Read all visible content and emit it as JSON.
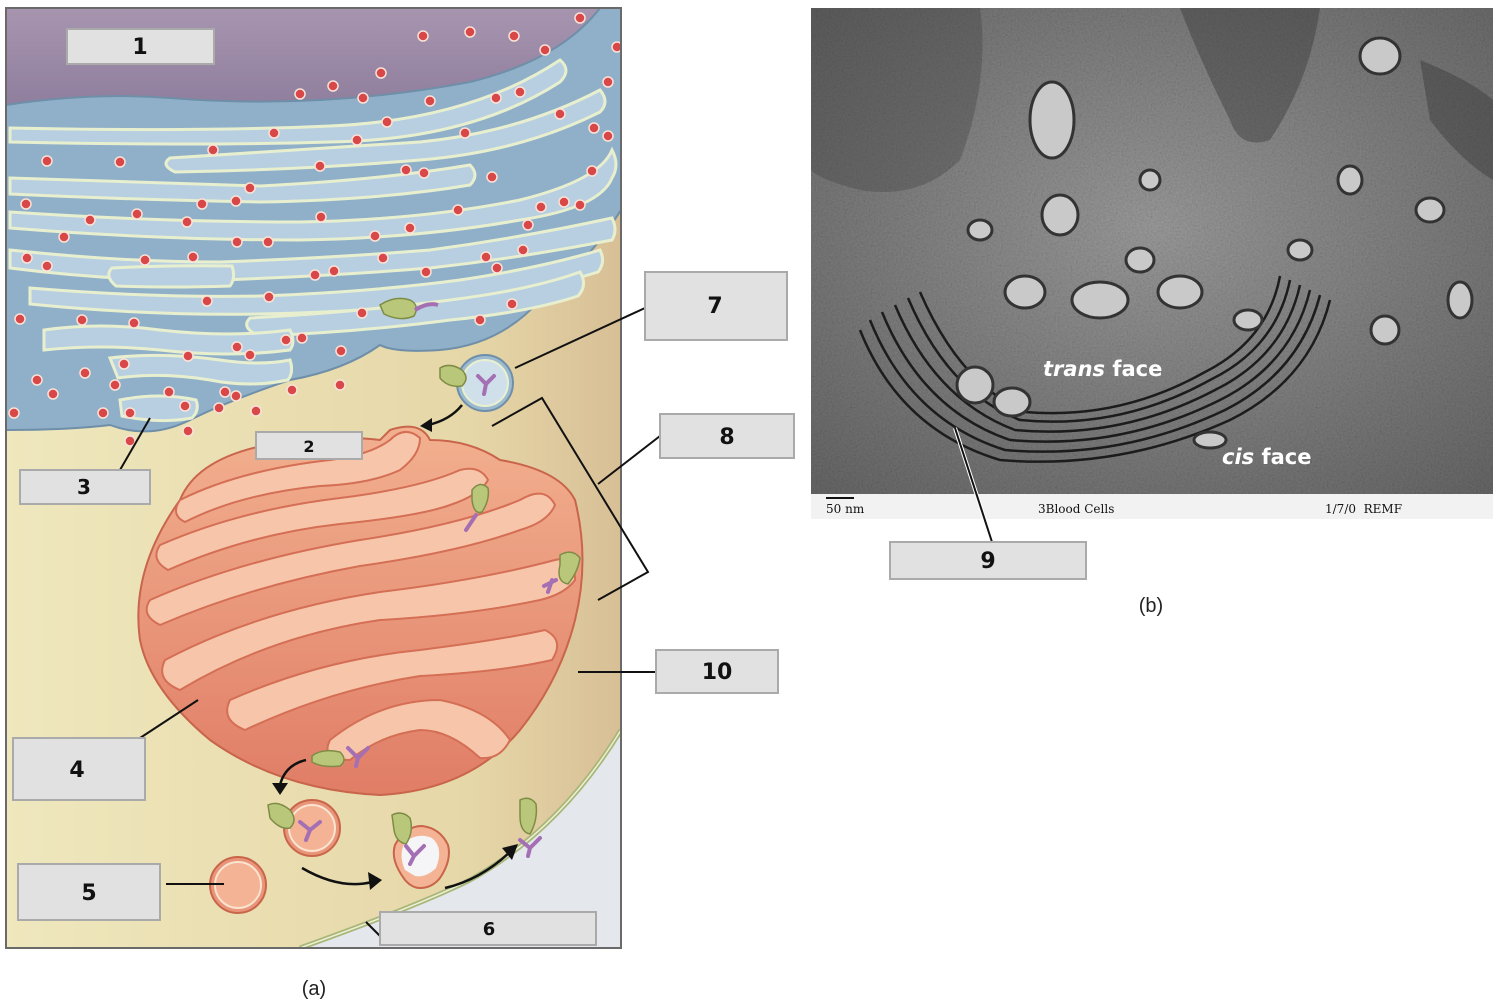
{
  "panel_a": {
    "caption": "(a)",
    "labels": [
      "1",
      "2",
      "3",
      "4",
      "5",
      "6",
      "7",
      "8",
      "10"
    ]
  },
  "panel_b": {
    "caption": "(b)",
    "trans_face": {
      "italic": "trans",
      "plain": " face"
    },
    "cis_face": {
      "italic": "cis",
      "plain": " face"
    },
    "scale_bar": "50 nm",
    "strip_center": "3Blood Cells",
    "strip_right": "1/7/0  REMF",
    "label": "9"
  },
  "colors": {
    "nucleus": "#9b8aa6",
    "er": "#8fb1c9",
    "ribosome": "#d94a4a",
    "golgi": "#e9957a",
    "cytoplasm": "#ece2b6",
    "protein": "#b9c77a",
    "cargo": "#a56fb4",
    "extracellular": "#e6e9ee"
  }
}
